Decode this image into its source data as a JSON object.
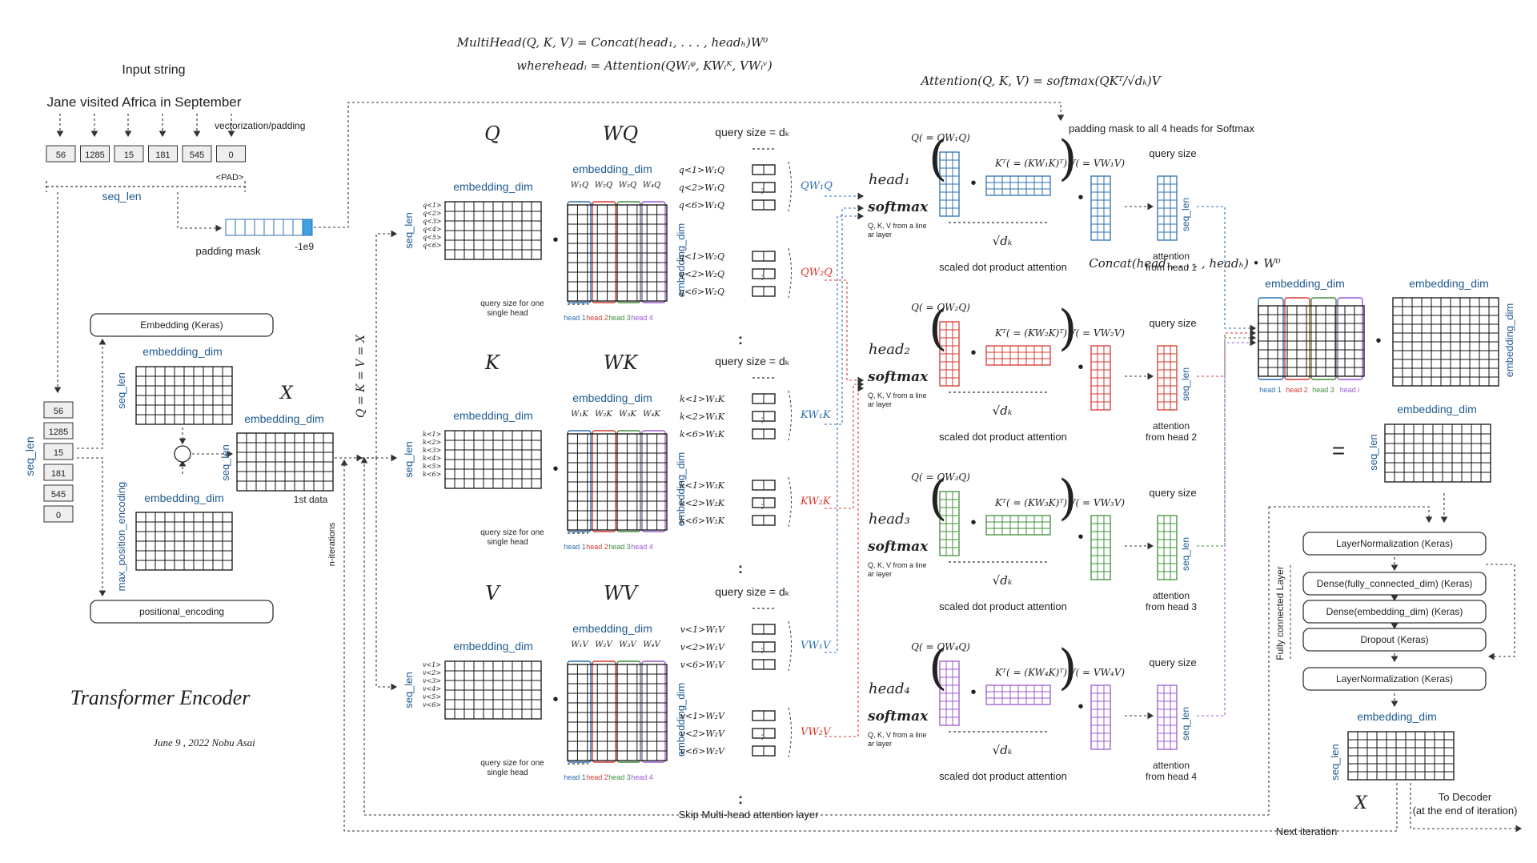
{
  "formulas": {
    "multihead": "MultiHead(Q, K, V) = Concat(head₁, . . . , headₕ)W⁰",
    "wherehead": "whereheadᵢ = Attention(QWᵢᵠ, KWᵢᴷ, VWᵢᵛ)",
    "attention": "Attention(Q, K, V) = softmax(QKᵀ/√dₖ)V",
    "concat": "Concat(head₁, . . . , headₕ) • W⁰"
  },
  "input": {
    "title": "Input string",
    "sentence": "Jane visited Africa in September",
    "vectorization_label": "vectorization/padding",
    "tokens": [
      "56",
      "1285",
      "15",
      "181",
      "545",
      "0"
    ],
    "pad_label": "<PAD>",
    "seq_len": "seq_len",
    "padding_mask": "padding mask",
    "neg_inf": "-1e9",
    "mask_note": "padding mask to all 4 heads for Softmax"
  },
  "embedding": {
    "embedding_keras": "Embedding (Keras)",
    "positional_encoding": "positional_encoding",
    "embedding_dim": "embedding_dim",
    "seq_len": "seq_len",
    "max_position": "max_position_encoding",
    "x_label": "X",
    "first_data": "1st data",
    "qkv_eq": "Q = K = V = X",
    "n_iterations": "n-iterations"
  },
  "projections": {
    "q": "Q",
    "wq": "WQ",
    "k": "K",
    "wk": "WK",
    "v": "V",
    "wv": "WV",
    "embedding_dim": "embedding_dim",
    "seq_len": "seq_len",
    "query_size": "query size = dₖ",
    "query_size_one_head": "query size for one single head",
    "head_labels": [
      "head 1",
      "head 2",
      "head 3",
      "head 4"
    ],
    "head_colors": [
      "#2c6fb0",
      "#d63a2f",
      "#3f8f3a",
      "#9b59d0"
    ],
    "w_cols": {
      "q": [
        "W₁Q",
        "W₂Q",
        "W₃Q",
        "W₄Q"
      ],
      "k": [
        "W₁K",
        "W₂K",
        "W₃K",
        "W₄K"
      ],
      "v": [
        "W₁V",
        "W₂V",
        "W₃V",
        "W₄V"
      ]
    },
    "row_sub": {
      "q": [
        "q<1>",
        "q<2>",
        "q<3>",
        "q<4>",
        "q<5>",
        "q<6>"
      ],
      "k": [
        "k<1>",
        "k<2>",
        "k<3>",
        "k<4>",
        "k<5>",
        "k<6>"
      ],
      "v": [
        "v<1>",
        "v<2>",
        "v<3>",
        "v<4>",
        "v<5>",
        "v<6>"
      ]
    },
    "vec_rows": {
      "q1": [
        "q<1>W₁Q",
        "q<2>W₁Q",
        "q<6>W₁Q"
      ],
      "q2": [
        "q<1>W₂Q",
        "q<2>W₂Q",
        "q<6>W₂Q"
      ],
      "k1": [
        "k<1>W₁K",
        "k<2>W₁K",
        "k<6>W₁K"
      ],
      "k2": [
        "k<1>W₂K",
        "k<2>W₂K",
        "k<6>W₂K"
      ],
      "v1": [
        "v<1>W₁V",
        "v<2>W₁V",
        "v<6>W₁V"
      ],
      "v2": [
        "v<1>W₂V",
        "v<2>W₂V",
        "v<6>W₂V"
      ]
    },
    "qw": [
      "QW₁Q",
      "QW₂Q"
    ],
    "kw": [
      "KW₁K",
      "KW₂K"
    ],
    "vw": [
      "VW₁V",
      "VW₂V"
    ]
  },
  "heads": [
    {
      "name": "head₁",
      "q": "Q( = QW₁Q)",
      "kt": "Kᵀ( = (KW₁K)ᵀ)",
      "v": "V( = VW₁V)",
      "att": "attention from head 1",
      "color": "#2c6fb0"
    },
    {
      "name": "head₂",
      "q": "Q( = QW₂Q)",
      "kt": "Kᵀ( = (KW₂K)ᵀ)",
      "v": "V( = VW₂V)",
      "att": "attention from head 2",
      "color": "#d63a2f"
    },
    {
      "name": "head₃",
      "q": "Q( = QW₃Q)",
      "kt": "Kᵀ( = (KW₃K)ᵀ)",
      "v": "V( = VW₃V)",
      "att": "attention from head 3",
      "color": "#3f8f3a"
    },
    {
      "name": "head₄",
      "q": "Q( = QW₄Q)",
      "kt": "Kᵀ( = (KW₄K)ᵀ)",
      "v": "V( = VW₄V)",
      "att": "attention from head 4",
      "color": "#9b59d0"
    }
  ],
  "head_common": {
    "softmax": "softmax",
    "from_layer": "Q, K, V from a linear layer",
    "sqrt_dk": "√dₖ",
    "sdpa": "scaled dot product attention",
    "query_size": "query size",
    "seq_len": "seq_len"
  },
  "concat": {
    "embedding_dim": "embedding_dim",
    "head_labels": [
      "head 1",
      "head 2",
      "head 3",
      "head i"
    ],
    "equals": "=",
    "seq_len": "seq_len"
  },
  "ffn": {
    "layernorm": "LayerNormalization (Keras)",
    "dense_fc": "Dense(fully_connected_dim) (Keras)",
    "dense_emb": "Dense(embedding_dim) (Keras)",
    "dropout": "Dropout (Keras)",
    "layernorm2": "LayerNormalization (Keras)",
    "fc_layer": "Fully connected Layer",
    "embedding_dim": "embedding_dim",
    "seq_len": "seq_len",
    "x": "X",
    "to_decoder": "To Decoder\n(at the end of iteration)",
    "next_iteration": "Next iteration",
    "skip": "Skip Multi-head attention layer"
  },
  "footer": {
    "title": "Transformer Encoder",
    "date": "June 9 , 2022   Nobu Asai"
  }
}
